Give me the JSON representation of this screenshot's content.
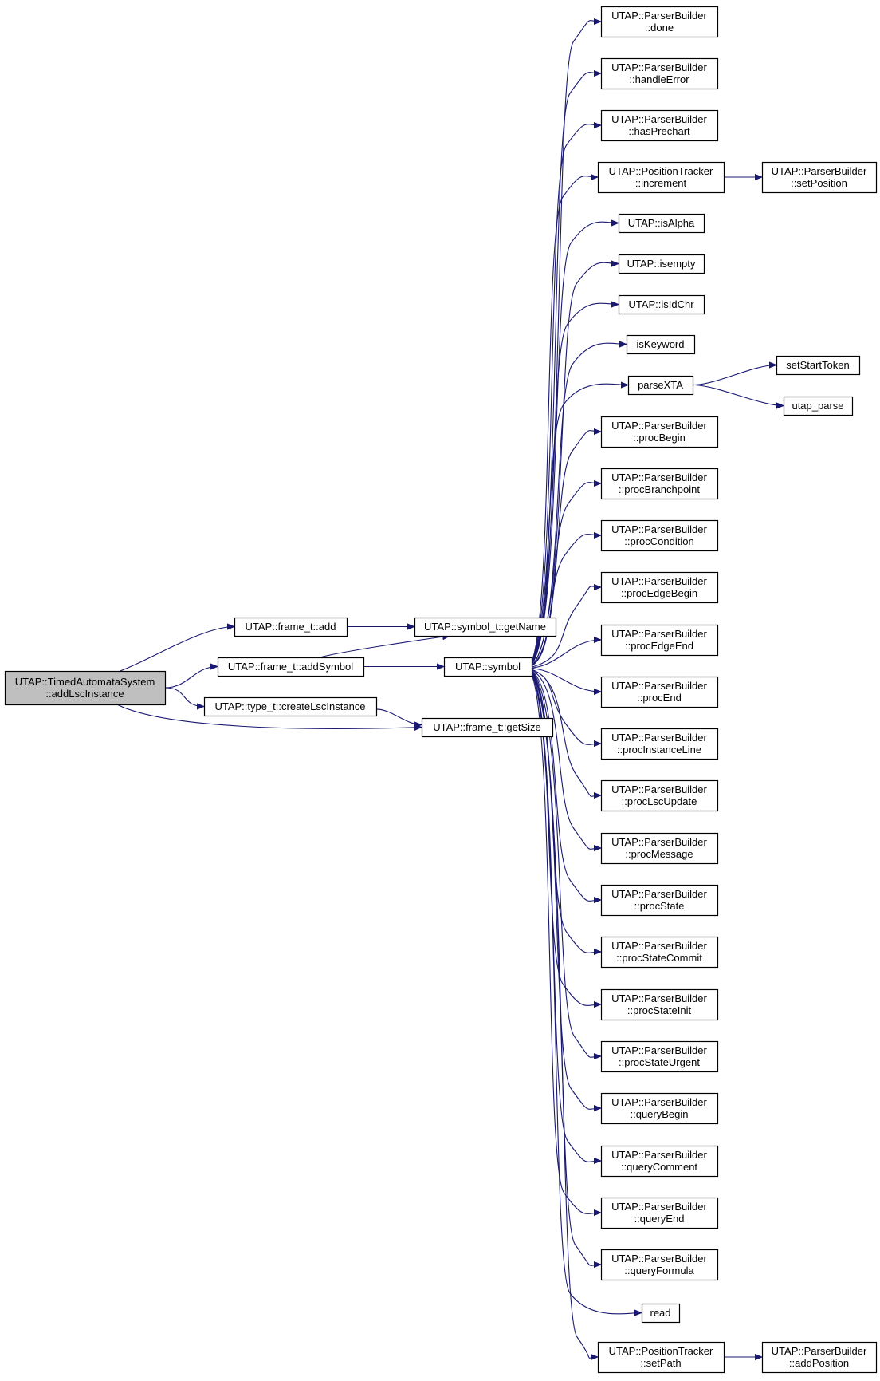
{
  "nodes": [
    {
      "id": "root",
      "lines": [
        "UTAP::TimedAutomataSystem",
        "::addLscInstance"
      ],
      "highlighted": true
    },
    {
      "id": "frame_add",
      "lines": [
        "UTAP::frame_t::add"
      ]
    },
    {
      "id": "frame_addSymbol",
      "lines": [
        "UTAP::frame_t::addSymbol"
      ]
    },
    {
      "id": "type_createLsc",
      "lines": [
        "UTAP::type_t::createLscInstance"
      ]
    },
    {
      "id": "symbol_getName",
      "lines": [
        "UTAP::symbol_t::getName"
      ]
    },
    {
      "id": "symbol",
      "lines": [
        "UTAP::symbol"
      ]
    },
    {
      "id": "frame_getSize",
      "lines": [
        "UTAP::frame_t::getSize"
      ]
    },
    {
      "id": "pb_done",
      "lines": [
        "UTAP::ParserBuilder",
        "::done"
      ]
    },
    {
      "id": "pb_handleError",
      "lines": [
        "UTAP::ParserBuilder",
        "::handleError"
      ]
    },
    {
      "id": "pb_hasPrechart",
      "lines": [
        "UTAP::ParserBuilder",
        "::hasPrechart"
      ]
    },
    {
      "id": "pt_increment",
      "lines": [
        "UTAP::PositionTracker",
        "::increment"
      ]
    },
    {
      "id": "pb_setPosition",
      "lines": [
        "UTAP::ParserBuilder",
        "::setPosition"
      ]
    },
    {
      "id": "isAlpha",
      "lines": [
        "UTAP::isAlpha"
      ]
    },
    {
      "id": "isempty",
      "lines": [
        "UTAP::isempty"
      ]
    },
    {
      "id": "isIdChr",
      "lines": [
        "UTAP::isIdChr"
      ]
    },
    {
      "id": "isKeyword",
      "lines": [
        "isKeyword"
      ]
    },
    {
      "id": "parseXTA",
      "lines": [
        "parseXTA"
      ]
    },
    {
      "id": "setStartToken",
      "lines": [
        "setStartToken"
      ]
    },
    {
      "id": "utap_parse",
      "lines": [
        "utap_parse"
      ]
    },
    {
      "id": "pb_procBegin",
      "lines": [
        "UTAP::ParserBuilder",
        "::procBegin"
      ]
    },
    {
      "id": "pb_procBranchpoint",
      "lines": [
        "UTAP::ParserBuilder",
        "::procBranchpoint"
      ]
    },
    {
      "id": "pb_procCondition",
      "lines": [
        "UTAP::ParserBuilder",
        "::procCondition"
      ]
    },
    {
      "id": "pb_procEdgeBegin",
      "lines": [
        "UTAP::ParserBuilder",
        "::procEdgeBegin"
      ]
    },
    {
      "id": "pb_procEdgeEnd",
      "lines": [
        "UTAP::ParserBuilder",
        "::procEdgeEnd"
      ]
    },
    {
      "id": "pb_procEnd",
      "lines": [
        "UTAP::ParserBuilder",
        "::procEnd"
      ]
    },
    {
      "id": "pb_procInstanceLine",
      "lines": [
        "UTAP::ParserBuilder",
        "::procInstanceLine"
      ]
    },
    {
      "id": "pb_procLscUpdate",
      "lines": [
        "UTAP::ParserBuilder",
        "::procLscUpdate"
      ]
    },
    {
      "id": "pb_procMessage",
      "lines": [
        "UTAP::ParserBuilder",
        "::procMessage"
      ]
    },
    {
      "id": "pb_procState",
      "lines": [
        "UTAP::ParserBuilder",
        "::procState"
      ]
    },
    {
      "id": "pb_procStateCommit",
      "lines": [
        "UTAP::ParserBuilder",
        "::procStateCommit"
      ]
    },
    {
      "id": "pb_procStateInit",
      "lines": [
        "UTAP::ParserBuilder",
        "::procStateInit"
      ]
    },
    {
      "id": "pb_procStateUrgent",
      "lines": [
        "UTAP::ParserBuilder",
        "::procStateUrgent"
      ]
    },
    {
      "id": "pb_queryBegin",
      "lines": [
        "UTAP::ParserBuilder",
        "::queryBegin"
      ]
    },
    {
      "id": "pb_queryComment",
      "lines": [
        "UTAP::ParserBuilder",
        "::queryComment"
      ]
    },
    {
      "id": "pb_queryEnd",
      "lines": [
        "UTAP::ParserBuilder",
        "::queryEnd"
      ]
    },
    {
      "id": "pb_queryFormula",
      "lines": [
        "UTAP::ParserBuilder",
        "::queryFormula"
      ]
    },
    {
      "id": "read",
      "lines": [
        "read"
      ]
    },
    {
      "id": "pt_setPath",
      "lines": [
        "UTAP::PositionTracker",
        "::setPath"
      ]
    },
    {
      "id": "pb_addPosition",
      "lines": [
        "UTAP::ParserBuilder",
        "::addPosition"
      ]
    }
  ],
  "edges": [
    [
      "root",
      "frame_add"
    ],
    [
      "root",
      "frame_addSymbol"
    ],
    [
      "root",
      "type_createLsc"
    ],
    [
      "root",
      "frame_getSize"
    ],
    [
      "frame_add",
      "symbol_getName"
    ],
    [
      "frame_addSymbol",
      "symbol_getName"
    ],
    [
      "frame_addSymbol",
      "symbol"
    ],
    [
      "type_createLsc",
      "frame_getSize"
    ],
    [
      "symbol",
      "pb_done"
    ],
    [
      "symbol",
      "pb_handleError"
    ],
    [
      "symbol",
      "pb_hasPrechart"
    ],
    [
      "symbol",
      "pt_increment"
    ],
    [
      "symbol",
      "isAlpha"
    ],
    [
      "symbol",
      "isempty"
    ],
    [
      "symbol",
      "isIdChr"
    ],
    [
      "symbol",
      "isKeyword"
    ],
    [
      "symbol",
      "parseXTA"
    ],
    [
      "symbol",
      "pb_procBegin"
    ],
    [
      "symbol",
      "pb_procBranchpoint"
    ],
    [
      "symbol",
      "pb_procCondition"
    ],
    [
      "symbol",
      "pb_procEdgeBegin"
    ],
    [
      "symbol",
      "pb_procEdgeEnd"
    ],
    [
      "symbol",
      "pb_procEnd"
    ],
    [
      "symbol",
      "pb_procInstanceLine"
    ],
    [
      "symbol",
      "pb_procLscUpdate"
    ],
    [
      "symbol",
      "pb_procMessage"
    ],
    [
      "symbol",
      "pb_procState"
    ],
    [
      "symbol",
      "pb_procStateCommit"
    ],
    [
      "symbol",
      "pb_procStateInit"
    ],
    [
      "symbol",
      "pb_procStateUrgent"
    ],
    [
      "symbol",
      "pb_queryBegin"
    ],
    [
      "symbol",
      "pb_queryComment"
    ],
    [
      "symbol",
      "pb_queryEnd"
    ],
    [
      "symbol",
      "pb_queryFormula"
    ],
    [
      "symbol",
      "read"
    ],
    [
      "symbol",
      "pt_setPath"
    ],
    [
      "pt_increment",
      "pb_setPosition"
    ],
    [
      "parseXTA",
      "setStartToken"
    ],
    [
      "parseXTA",
      "utap_parse"
    ],
    [
      "pt_setPath",
      "pb_addPosition"
    ]
  ],
  "colors": {
    "edge": "#191970",
    "root_fill": "#bfbfbf",
    "node_fill": "#ffffff",
    "border": "#000000"
  }
}
